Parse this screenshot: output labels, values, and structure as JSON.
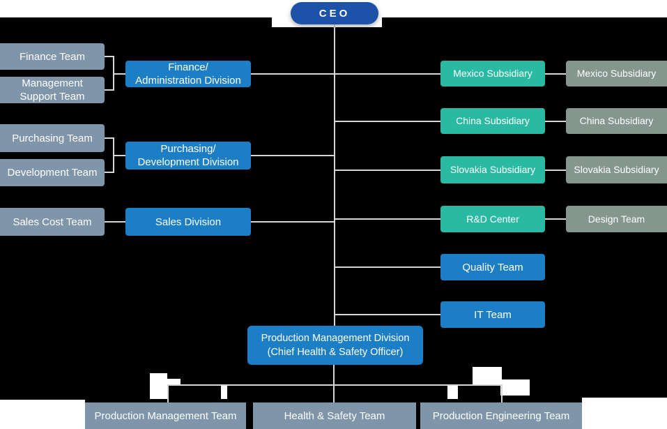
{
  "org": {
    "ceo": "CEO",
    "left_teams": [
      "Finance Team",
      "Management\nSupport Team",
      "Purchasing Team",
      "Development Team",
      "Sales Cost Team"
    ],
    "divisions": [
      "Finance/\nAdministration Division",
      "Purchasing/\nDevelopment Division",
      "Sales Division"
    ],
    "right_primary": [
      "Mexico Subsidiary",
      "China Subsidiary",
      "Slovakia Subsidiary",
      "R&D Center",
      "Quality Team",
      "IT Team"
    ],
    "right_secondary": [
      "Mexico Subsidiary",
      "China Subsidiary",
      "Slovakia Subsidiary",
      "Design Team"
    ],
    "production_division": "Production Management Division\n(Chief Health & Safety Officer)",
    "bottom_teams": [
      "Production Management Team",
      "Health & Safety Team",
      "Production Engineering Team"
    ]
  },
  "colors": {
    "bg": "#000000",
    "white": "#ffffff",
    "line": "#d8d8d8",
    "ceo": "#1c52a8",
    "blue": "#1c7ec5",
    "teal": "#2ab9a2",
    "gray_blue": "#7f95a9",
    "gray_sage": "#84968e"
  }
}
